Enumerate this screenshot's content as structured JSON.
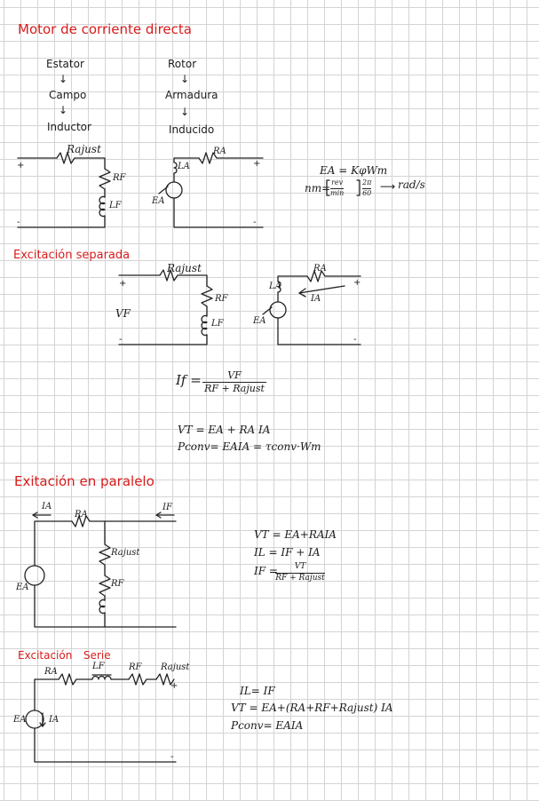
{
  "title": "Motor de corriente directa",
  "stator_chain": {
    "top": "Estator",
    "mid": "Campo",
    "bottom": "Inductor"
  },
  "rotor_chain": {
    "top": "Rotor",
    "mid": "Armadura",
    "bottom": "Inducido"
  },
  "arrow": "↓",
  "circuit1": {
    "field": {
      "rajust": "Rajust",
      "rf": "RF",
      "lf": "LF",
      "plus": "+",
      "minus": "-"
    },
    "armature": {
      "ra": "RA",
      "la": "LA",
      "ea": "EA",
      "plus": "+",
      "minus": "-"
    }
  },
  "formulas1": {
    "ea": "EA = KφWm",
    "nm_lhs": "nm=",
    "nm_rev": "rev",
    "nm_min": "min",
    "nm_2pi": "2π",
    "nm_60": "60",
    "nm_arrow": "⟶",
    "nm_units": "rad/s"
  },
  "section_separada": {
    "heading": "Excitación separada",
    "rajust": "Rajust",
    "rf": "RF",
    "lf": "LF",
    "vf": "VF",
    "ra": "RA",
    "la": "LA",
    "ea": "EA",
    "ia": "IA",
    "plus": "+",
    "minus": "-",
    "if_lhs": "If =",
    "if_num": "VF",
    "if_den": "RF + Rajust",
    "vt": "VT = EA + RA IA",
    "pconv": "Pconv= EAIA = τconv·Wm"
  },
  "section_paralelo": {
    "heading": "Exitación en paralelo",
    "ia": "IA",
    "ra": "RA",
    "if": "IF",
    "rajust": "Rajust",
    "rf": "RF",
    "ea": "EA",
    "eq1": "VT = EA+RAIA",
    "eq2": "IL = IF + IA",
    "eq3_lhs": "IF =",
    "eq3_num": "VT",
    "eq3_den": "RF + Rajust"
  },
  "section_serie": {
    "heading_a": "Excitación",
    "heading_b": "Serie",
    "ra": "RA",
    "lf": "LF",
    "rf": "RF",
    "rajust": "Rajust",
    "plus": "+",
    "minus": "-",
    "ea": "EA",
    "ia": "IA",
    "eq1": "IL= IF",
    "eq2": "VT = EA+(RA+RF+Rajust) IA",
    "eq3": "Pconv= EAIA"
  }
}
